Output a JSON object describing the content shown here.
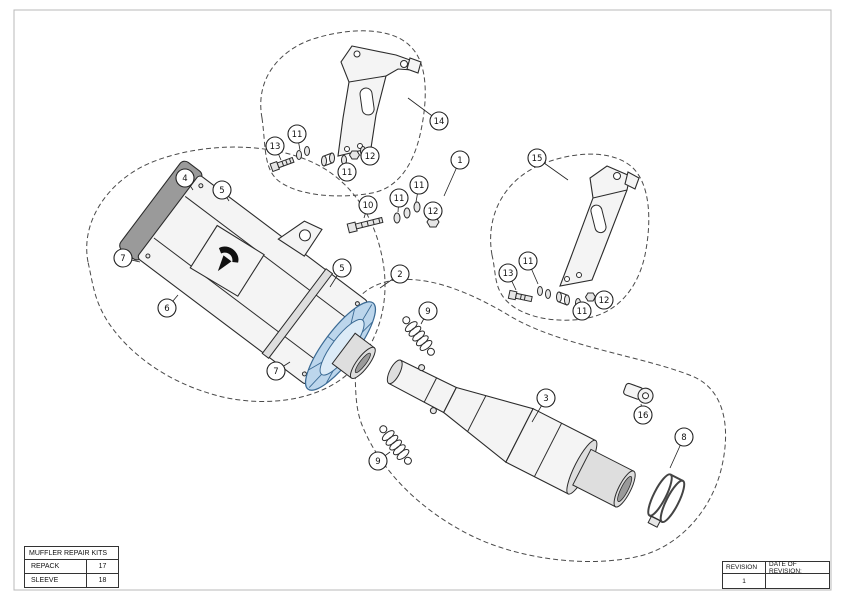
{
  "colors": {
    "highlight": "#bcd6ec",
    "highlight_inner": "#dcebf7",
    "line": "#2b2b2b"
  },
  "callouts": [
    {
      "label": "13"
    },
    {
      "label": "11"
    },
    {
      "label": "11"
    },
    {
      "label": "12"
    },
    {
      "label": "14"
    },
    {
      "label": "1"
    },
    {
      "label": "15"
    },
    {
      "label": "4"
    },
    {
      "label": "5"
    },
    {
      "label": "10"
    },
    {
      "label": "11"
    },
    {
      "label": "11"
    },
    {
      "label": "12"
    },
    {
      "label": "5"
    },
    {
      "label": "2"
    },
    {
      "label": "7"
    },
    {
      "label": "6"
    },
    {
      "label": "13"
    },
    {
      "label": "11"
    },
    {
      "label": "11"
    },
    {
      "label": "12"
    },
    {
      "label": "9"
    },
    {
      "label": "7"
    },
    {
      "label": "3"
    },
    {
      "label": "16"
    },
    {
      "label": "8"
    },
    {
      "label": "9"
    }
  ],
  "repair_table": {
    "title": "MUFFLER REPAIR KITS",
    "rows": [
      {
        "label": "REPACK",
        "value": "17"
      },
      {
        "label": "SLEEVE",
        "value": "18"
      }
    ]
  },
  "revision_table": {
    "revision_header": "REVISION",
    "date_header": "DATE OF REVISION:",
    "revision_value": "1",
    "date_value": ""
  }
}
